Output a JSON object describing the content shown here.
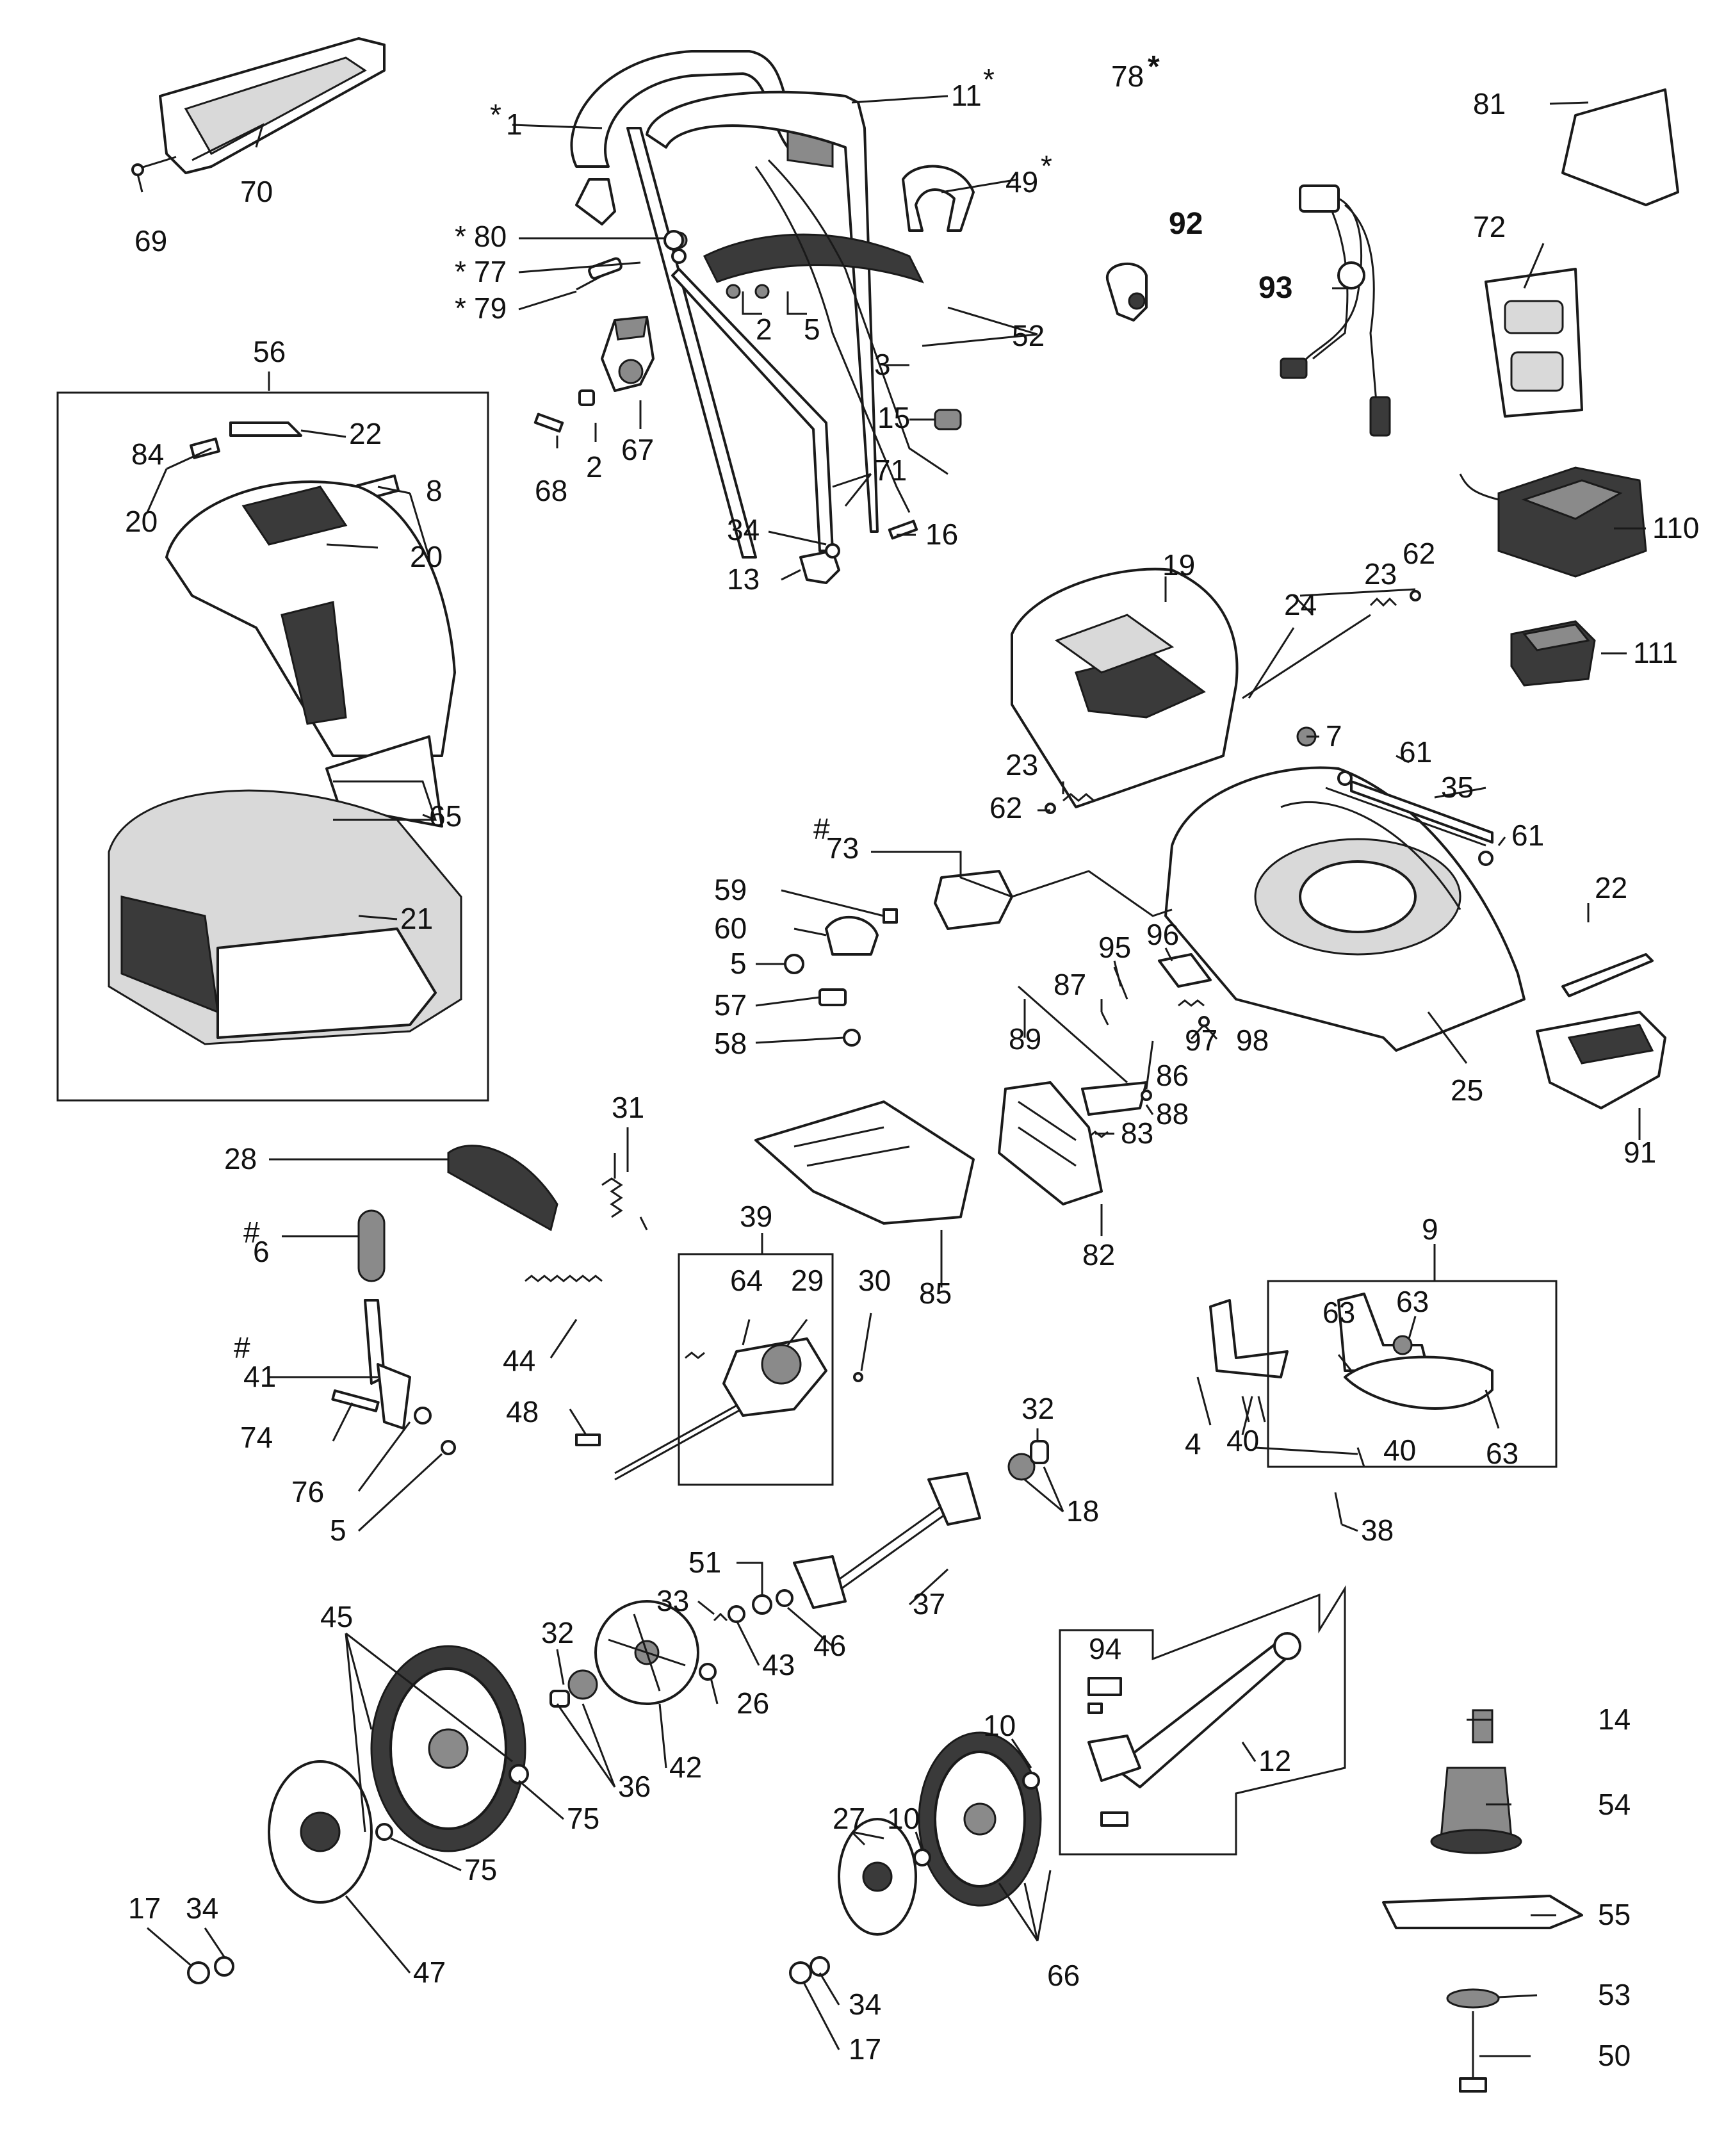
{
  "callouts": [
    {
      "text": "1",
      "mark": "*"
    },
    {
      "text": "11",
      "mark": "*"
    },
    {
      "text": "78",
      "mark": "*"
    },
    {
      "text": "81"
    },
    {
      "text": "70"
    },
    {
      "text": "69"
    },
    {
      "text": "49",
      "mark": "*"
    },
    {
      "text": "80",
      "mark": "*"
    },
    {
      "text": "77",
      "mark": "*"
    },
    {
      "text": "79",
      "mark": "*"
    },
    {
      "text": "92"
    },
    {
      "text": "93"
    },
    {
      "text": "72"
    },
    {
      "text": "2"
    },
    {
      "text": "5"
    },
    {
      "text": "52"
    },
    {
      "text": "3"
    },
    {
      "text": "56"
    },
    {
      "text": "22"
    },
    {
      "text": "84"
    },
    {
      "text": "8"
    },
    {
      "text": "20"
    },
    {
      "text": "20"
    },
    {
      "text": "68"
    },
    {
      "text": "2"
    },
    {
      "text": "67"
    },
    {
      "text": "15"
    },
    {
      "text": "71"
    },
    {
      "text": "110"
    },
    {
      "text": "34"
    },
    {
      "text": "16"
    },
    {
      "text": "13"
    },
    {
      "text": "19"
    },
    {
      "text": "23"
    },
    {
      "text": "62"
    },
    {
      "text": "24"
    },
    {
      "text": "111"
    },
    {
      "text": "7"
    },
    {
      "text": "23"
    },
    {
      "text": "62"
    },
    {
      "text": "61"
    },
    {
      "text": "35"
    },
    {
      "text": "65"
    },
    {
      "text": "73",
      "mark": "#"
    },
    {
      "text": "61"
    },
    {
      "text": "59"
    },
    {
      "text": "21"
    },
    {
      "text": "60"
    },
    {
      "text": "22"
    },
    {
      "text": "95"
    },
    {
      "text": "96"
    },
    {
      "text": "5"
    },
    {
      "text": "87"
    },
    {
      "text": "57"
    },
    {
      "text": "89"
    },
    {
      "text": "97"
    },
    {
      "text": "98"
    },
    {
      "text": "58"
    },
    {
      "text": "86"
    },
    {
      "text": "25"
    },
    {
      "text": "88"
    },
    {
      "text": "31"
    },
    {
      "text": "83"
    },
    {
      "text": "91"
    },
    {
      "text": "28"
    },
    {
      "text": "39"
    },
    {
      "text": "6",
      "mark": "#"
    },
    {
      "text": "82"
    },
    {
      "text": "85"
    },
    {
      "text": "9"
    },
    {
      "text": "64"
    },
    {
      "text": "29"
    },
    {
      "text": "30"
    },
    {
      "text": "63"
    },
    {
      "text": "63"
    },
    {
      "text": "41",
      "mark": "#"
    },
    {
      "text": "44"
    },
    {
      "text": "74"
    },
    {
      "text": "48"
    },
    {
      "text": "4"
    },
    {
      "text": "40"
    },
    {
      "text": "40"
    },
    {
      "text": "63"
    },
    {
      "text": "76"
    },
    {
      "text": "32"
    },
    {
      "text": "5"
    },
    {
      "text": "18"
    },
    {
      "text": "38"
    },
    {
      "text": "51"
    },
    {
      "text": "33"
    },
    {
      "text": "37"
    },
    {
      "text": "45"
    },
    {
      "text": "46"
    },
    {
      "text": "43"
    },
    {
      "text": "32"
    },
    {
      "text": "94"
    },
    {
      "text": "26"
    },
    {
      "text": "36"
    },
    {
      "text": "42"
    },
    {
      "text": "14"
    },
    {
      "text": "12"
    },
    {
      "text": "10"
    },
    {
      "text": "75"
    },
    {
      "text": "54"
    },
    {
      "text": "27"
    },
    {
      "text": "10"
    },
    {
      "text": "17"
    },
    {
      "text": "34"
    },
    {
      "text": "75"
    },
    {
      "text": "55"
    },
    {
      "text": "47"
    },
    {
      "text": "66"
    },
    {
      "text": "53"
    },
    {
      "text": "34"
    },
    {
      "text": "50"
    },
    {
      "text": "17"
    }
  ],
  "icons": [
    "push-handle",
    "grass-catcher",
    "cutting-deck",
    "rear-wheel",
    "front-wheel",
    "battery",
    "charger",
    "safety-key",
    "wiring-harness",
    "blade",
    "blade-adapter",
    "gearbox",
    "drive-belt"
  ]
}
